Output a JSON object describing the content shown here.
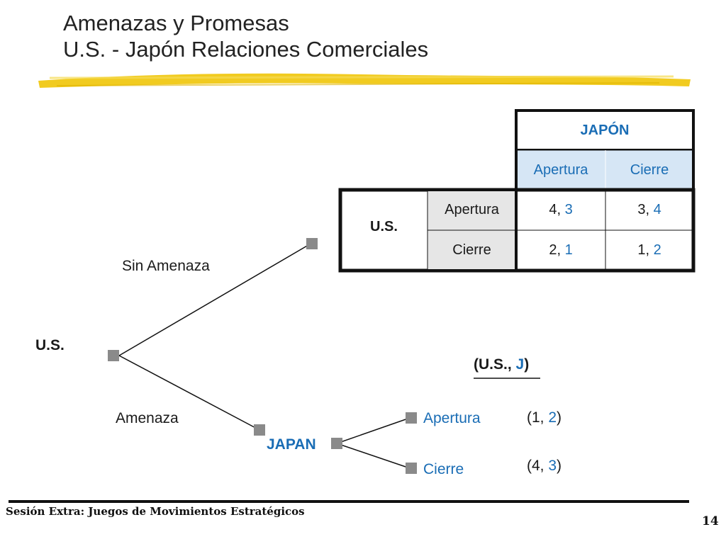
{
  "title": {
    "line1": "Amenazas y Promesas",
    "line2": "U.S. - Japón Relaciones Comerciales"
  },
  "matrix": {
    "col_player": "JAPÓN",
    "col_strategies": [
      "Apertura",
      "Cierre"
    ],
    "row_player": "U.S.",
    "row_strategies": [
      "Apertura",
      "Cierre"
    ],
    "payoffs": [
      [
        {
          "us": "4",
          "sep": ", ",
          "jp": "3"
        },
        {
          "us": "3",
          "sep": ", ",
          "jp": "4"
        }
      ],
      [
        {
          "us": "2",
          "sep": ", ",
          "jp": "1"
        },
        {
          "us": "1",
          "sep": ", ",
          "jp": "2"
        }
      ]
    ]
  },
  "tree": {
    "root_label": "U.S.",
    "branch_top": "Sin Amenaza",
    "branch_bottom": "Amenaza",
    "japan_label": "JAPAN",
    "japan_branches": [
      "Apertura",
      "Cierre"
    ],
    "payoff_header": {
      "open": "(U.S., ",
      "j": "J",
      "close": ")"
    },
    "outcomes": [
      {
        "open": "(1, ",
        "jp": "2",
        "close": ")"
      },
      {
        "open": "(4, ",
        "jp": "3",
        "close": ")"
      }
    ]
  },
  "footer": {
    "text": "Sesión Extra: Juegos de Movimientos Estratégicos",
    "page": "14"
  },
  "colors": {
    "blue": "#1a6db5",
    "highlight": "#f0c814",
    "node": "#8a8a8a",
    "header_fill": "#d6e6f5",
    "row_fill": "#e6e6e6"
  }
}
